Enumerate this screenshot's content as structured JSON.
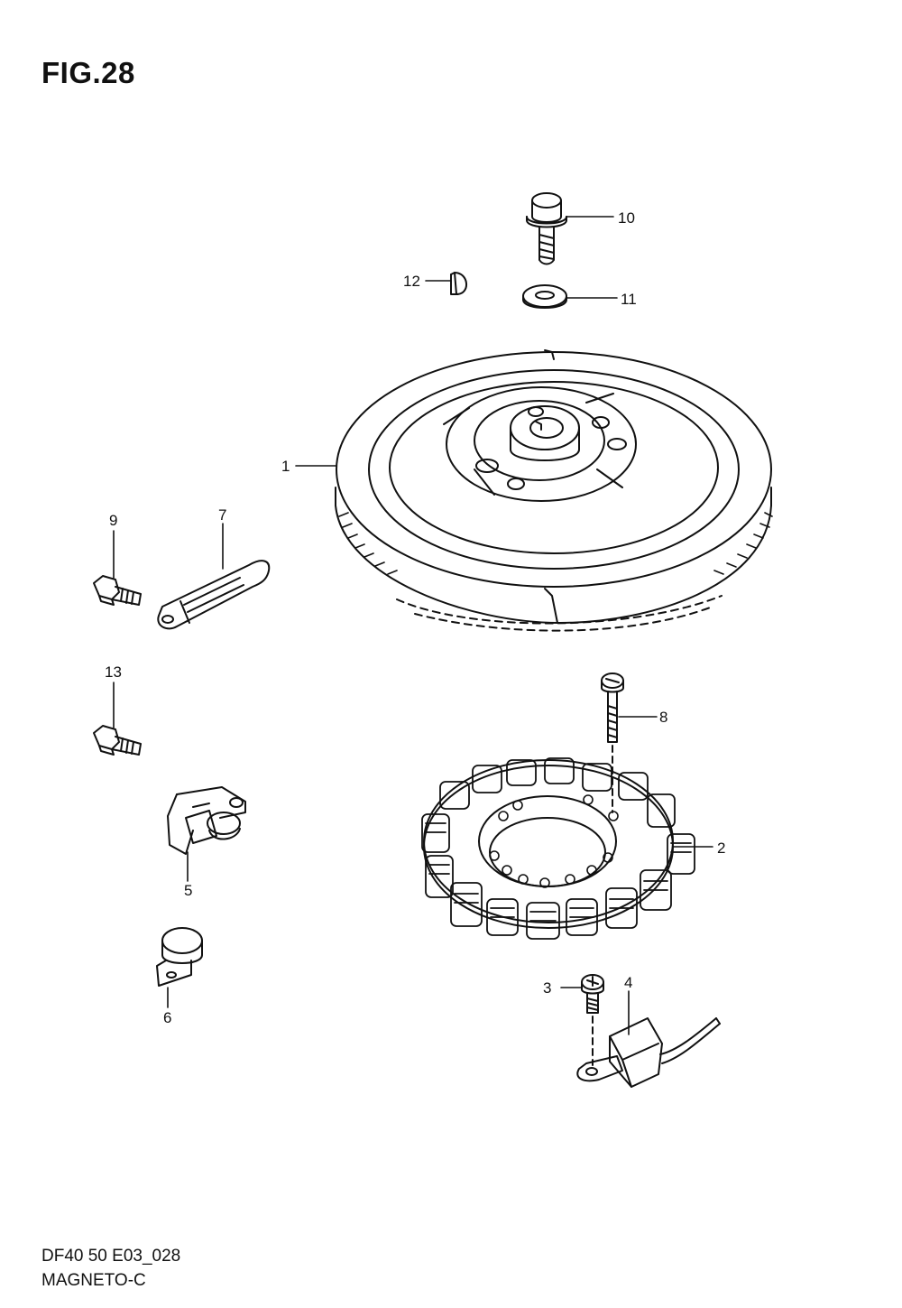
{
  "figure": {
    "title": "FIG.28",
    "code": "DF40 50 E03_028",
    "name": "MAGNETO-C"
  },
  "callouts": {
    "n1": "1",
    "n2": "2",
    "n3": "3",
    "n4": "4",
    "n5": "5",
    "n6": "6",
    "n7": "7",
    "n8": "8",
    "n9": "9",
    "n10": "10",
    "n11": "11",
    "n12": "12",
    "n13": "13"
  },
  "colors": {
    "line": "#111111",
    "background": "#ffffff"
  }
}
